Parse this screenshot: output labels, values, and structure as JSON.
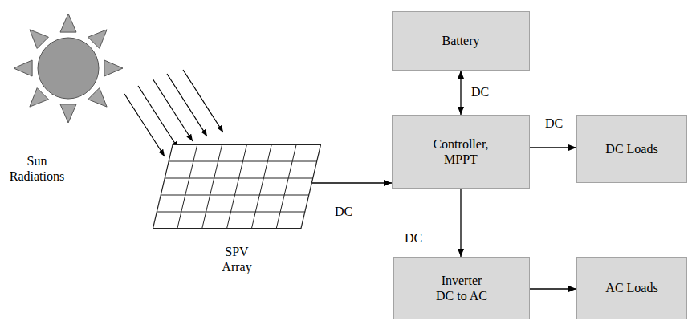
{
  "diagram": {
    "nodes": [
      {
        "text": [
          "Battery"
        ]
      },
      {
        "text": [
          "SPV Array"
        ]
      },
      {
        "text": [
          "Controller, MPPT"
        ]
      },
      {
        "text": [
          "DC Loads"
        ]
      },
      {
        "text": [
          "Inverter DC to AC"
        ]
      },
      {
        "text": [
          "AC Loads"
        ]
      }
    ],
    "edges": [
      {
        "from": 0,
        "to": 2,
        "arrow": "both",
        "label": "DC"
      },
      {
        "from": 1,
        "to": 2,
        "arrow": "to",
        "label": "DC"
      },
      {
        "from": 2,
        "to": 3,
        "arrow": "to",
        "label": "DC"
      },
      {
        "from": 2,
        "to": 4,
        "arrow": "to",
        "label": "DC"
      },
      {
        "from": 4,
        "to": 5,
        "arrow": "to"
      }
    ],
    "labels": [
      "Sun Radiations"
    ]
  }
}
